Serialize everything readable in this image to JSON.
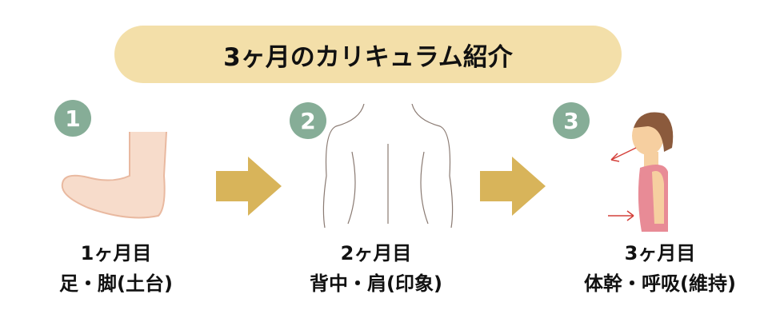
{
  "title": "3ヶ月のカリキュラム紹介",
  "steps": [
    {
      "number": "1",
      "month": "1ヶ月目",
      "focus": "足・脚(土台)"
    },
    {
      "number": "2",
      "month": "2ヶ月目",
      "focus": "背中・肩(印象)"
    },
    {
      "number": "3",
      "month": "3ヶ月目",
      "focus": "体幹・呼吸(維持)"
    }
  ],
  "colors": {
    "banner": "#f3dfa9",
    "badge": "#86ad97",
    "arrow": "#d8b45a"
  }
}
